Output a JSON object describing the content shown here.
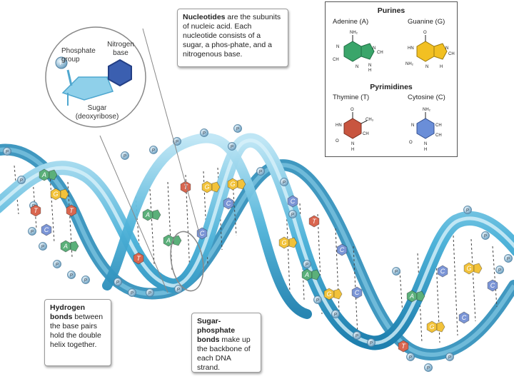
{
  "nucleotide_callout": {
    "bold": "Nucleotides",
    "text": " are the subunits of nucleic acid. Each nucleotide consists of a sugar, a phos-phate, and a nitrogenous base."
  },
  "zoom": {
    "phosphate_label": "Phosphate group",
    "nitrogen_label": "Nitrogen base",
    "sugar_label": "Sugar (deoxyribose)",
    "p_symbol": "P"
  },
  "hbond_callout": {
    "bold": "Hydrogen bonds",
    "text": " between the base pairs hold the double helix together."
  },
  "sugar_callout": {
    "bold": "Sugar-phosphate bonds",
    "text": " make up the backbone of each DNA strand."
  },
  "panel": {
    "purines_title": "Purines",
    "pyrimidines_title": "Pyrimidines",
    "adenine": "Adenine (A)",
    "guanine": "Guanine (G)",
    "thymine": "Thymine (T)",
    "cytosine": "Cytosine (C)",
    "atoms": {
      "nh2": "NH₂",
      "n": "N",
      "hn": "HN",
      "h": "H",
      "ch": "CH",
      "c": "C",
      "o": "O",
      "ch3": "CH₃"
    }
  },
  "helix": {
    "phosphate_symbol": "P",
    "base_letters": {
      "adenine": "A",
      "thymine": "T",
      "guanine": "G",
      "cytosine": "C"
    },
    "colors": {
      "adenine": "#5bb07a",
      "thymine": "#d9664f",
      "guanine": "#f2c23a",
      "cytosine": "#7b95d6",
      "backbone": "#3ea7d0",
      "backbone_light": "#a9dcef",
      "phosphate": "#7fb2d1"
    }
  }
}
